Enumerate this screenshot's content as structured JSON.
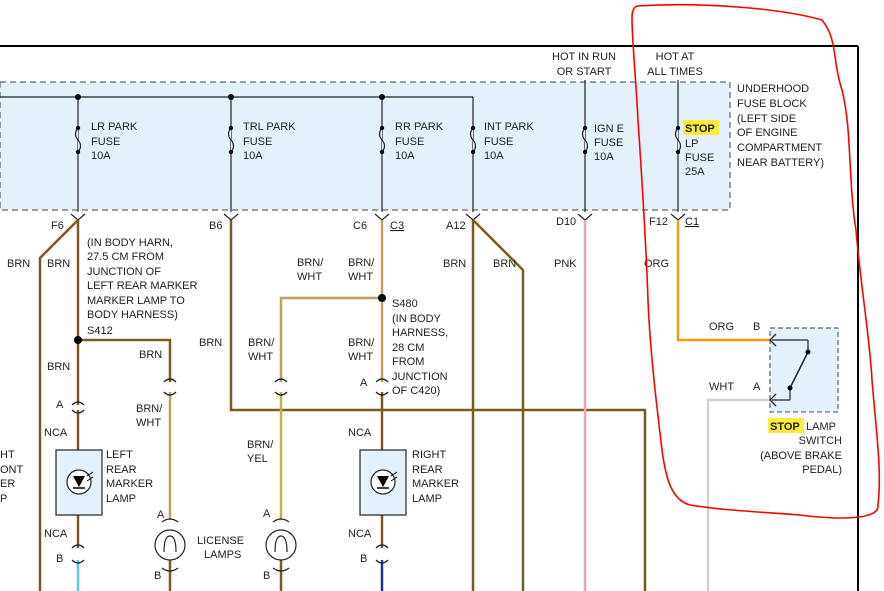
{
  "colors": {
    "brown": "#7a5a1e",
    "brown_white": "#c0a060",
    "brown_yellow": "#c8b040",
    "orange": "#f39c12",
    "pink": "#f5a3b3",
    "white_wire": "#d0d0d0",
    "light_blue": "#4dd0e1",
    "dark_blue": "#1f3a8a",
    "fuse_block_bg": "#e3f2fa",
    "highlight": "#ffeb3b",
    "annotation_red": "#ff0000"
  },
  "header": {
    "hot_in_run_l1": "HOT IN RUN",
    "hot_in_run_l2": "OR START",
    "hot_at_l1": "HOT AT",
    "hot_at_l2": "ALL TIMES"
  },
  "fuse_block": {
    "l1": "UNDERHOOD",
    "l2": "FUSE BLOCK",
    "l3": "(LEFT SIDE",
    "l4": "OF ENGINE",
    "l5": "COMPARTMENT",
    "l6": "NEAR BATTERY)"
  },
  "fuses": [
    {
      "l1": "LR PARK",
      "l2": "FUSE",
      "l3": "10A"
    },
    {
      "l1": "TRL PARK",
      "l2": "FUSE",
      "l3": "10A"
    },
    {
      "l1": "RR PARK",
      "l2": "FUSE",
      "l3": "10A"
    },
    {
      "l1": "INT PARK",
      "l2": "FUSE",
      "l3": "10A"
    },
    {
      "l1": "IGN E",
      "l2": "FUSE",
      "l3": "10A"
    },
    {
      "l1": "STOP",
      "l2": "LP",
      "l3": "FUSE",
      "l4": "25A"
    }
  ],
  "connectors": {
    "f6": "F6",
    "b6": "B6",
    "c6": "C6",
    "c3": "C3",
    "a12": "A12",
    "d10": "D10",
    "f12": "F12",
    "c1": "C1"
  },
  "wires": {
    "w_brn_1": "BRN",
    "w_brn_2": "BRN",
    "w_brn_3": "BRN",
    "w_brn_4": "BRN",
    "w_brn_5": "BRN",
    "w_brn_6": "BRN",
    "w_brn_7": "BRN",
    "w_brnwht_1a": "BRN/",
    "w_brnwht_1b": "WHT",
    "w_brnwht_2a": "BRN/",
    "w_brnwht_2b": "WHT",
    "w_brnwht_3a": "BRN/",
    "w_brnwht_3b": "WHT",
    "w_brnwht_4a": "BRN/",
    "w_brnwht_4b": "WHT",
    "w_brnwht_5a": "BRN/",
    "w_brnwht_5b": "WHT",
    "w_brnyel_a": "BRN/",
    "w_brnyel_b": "YEL",
    "w_pnk": "PNK",
    "w_org_1": "ORG",
    "w_org_2": "ORG",
    "w_wht": "WHT",
    "nca_1": "NCA",
    "nca_2": "NCA",
    "nca_3": "NCA",
    "nca_4": "NCA"
  },
  "splices": {
    "s412": "S412",
    "s412_note": [
      "(IN BODY HARN,",
      "27.5 CM FROM",
      "JUNCTION OF",
      "LEFT REAR MARKER",
      "MARKER LAMP TO",
      "BODY HARNESS)"
    ],
    "s480": "S480",
    "s480_note": [
      "(IN BODY",
      "HARNESS,",
      "28 CM",
      "FROM",
      "JUNCTION",
      "OF C420)"
    ]
  },
  "pins": {
    "a1": "A",
    "b1": "B",
    "a2": "A",
    "b2": "B",
    "a3": "A",
    "b3": "B",
    "a4": "A",
    "b4": "B",
    "a5": "A",
    "pin_b": "B",
    "pin_a": "A"
  },
  "components": {
    "left_marker": [
      "LEFT",
      "REAR",
      "MARKER",
      "LAMP"
    ],
    "right_marker": [
      "RIGHT",
      "REAR",
      "MARKER",
      "LAMP"
    ],
    "license_l1": "LICENSE",
    "license_l2": "LAMPS",
    "cut_off": [
      "HT",
      "ONT",
      "ER",
      "P"
    ]
  },
  "stop_switch": {
    "l1_hl": "STOP",
    "l1_rest": "LAMP",
    "l2": "SWITCH",
    "l3": "(ABOVE BRAKE",
    "l4": "PEDAL)"
  }
}
